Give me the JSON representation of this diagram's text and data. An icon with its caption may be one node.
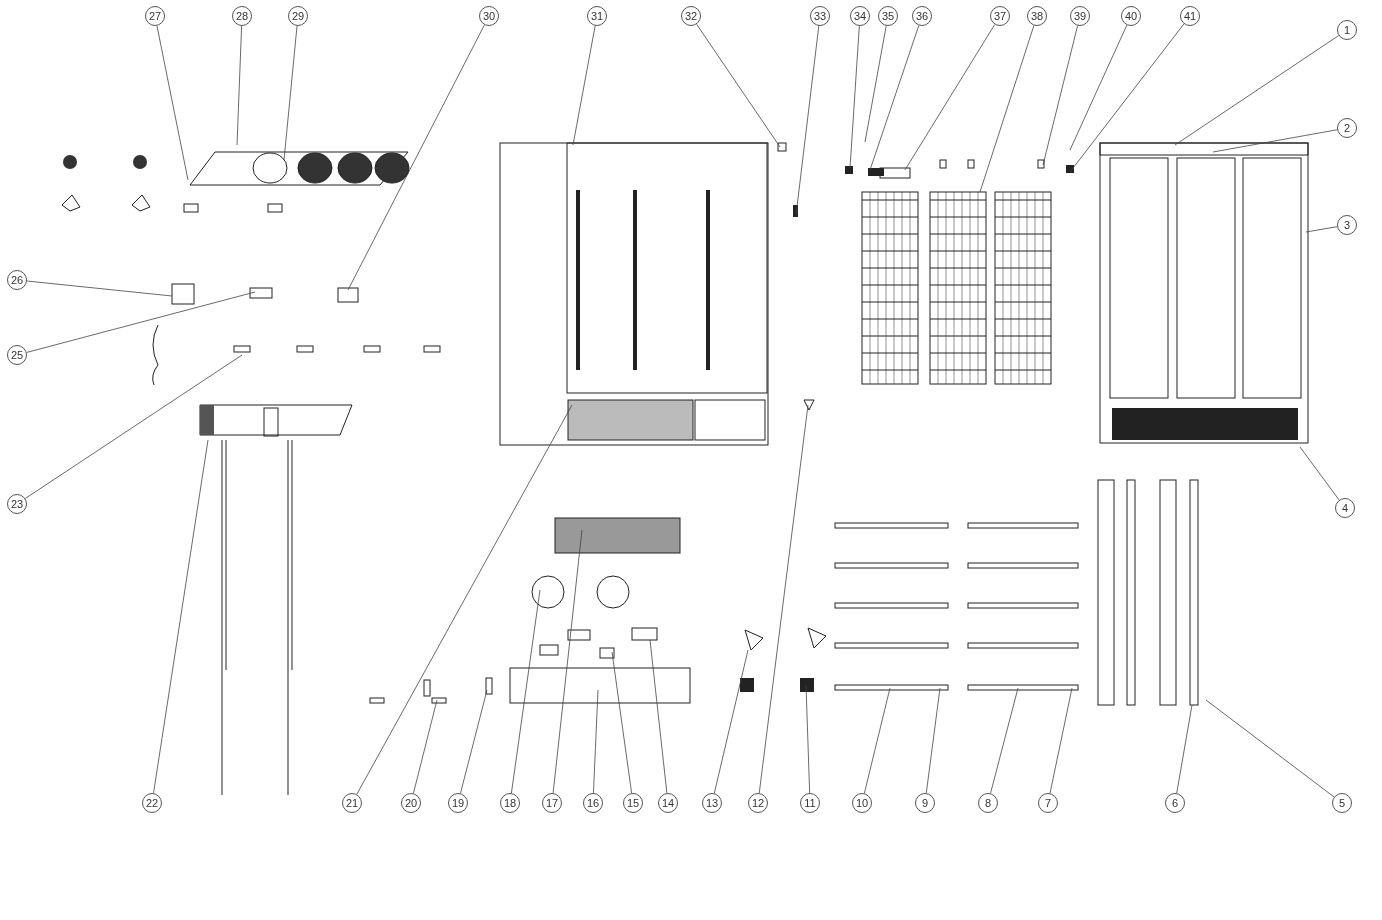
{
  "diagram": {
    "nodes": [
      {
        "text": [
          "1"
        ]
      },
      {
        "text": [
          "2"
        ]
      },
      {
        "text": [
          "3"
        ]
      },
      {
        "text": [
          "4"
        ]
      },
      {
        "text": [
          "5"
        ]
      },
      {
        "text": [
          "6"
        ]
      },
      {
        "text": [
          "7"
        ]
      },
      {
        "text": [
          "8"
        ]
      },
      {
        "text": [
          "9"
        ]
      },
      {
        "text": [
          "10"
        ]
      },
      {
        "text": [
          "11"
        ]
      },
      {
        "text": [
          "12"
        ]
      },
      {
        "text": [
          "13"
        ]
      },
      {
        "text": [
          "14"
        ]
      },
      {
        "text": [
          "15"
        ]
      },
      {
        "text": [
          "16"
        ]
      },
      {
        "text": [
          "17"
        ]
      },
      {
        "text": [
          "18"
        ]
      },
      {
        "text": [
          "19"
        ]
      },
      {
        "text": [
          "20"
        ]
      },
      {
        "text": [
          "21"
        ]
      },
      {
        "text": [
          "22"
        ]
      },
      {
        "text": [
          "23"
        ]
      },
      {
        "text": [
          "25"
        ]
      },
      {
        "text": [
          "26"
        ]
      },
      {
        "text": [
          "27"
        ]
      },
      {
        "text": [
          "28"
        ]
      },
      {
        "text": [
          "29"
        ]
      },
      {
        "text": [
          "30"
        ]
      },
      {
        "text": [
          "31"
        ]
      },
      {
        "text": [
          "32"
        ]
      },
      {
        "text": [
          "33"
        ]
      },
      {
        "text": [
          "34"
        ]
      },
      {
        "text": [
          "35"
        ]
      },
      {
        "text": [
          "36"
        ]
      },
      {
        "text": [
          "37"
        ]
      },
      {
        "text": [
          "38"
        ]
      },
      {
        "text": [
          "39"
        ]
      },
      {
        "text": [
          "40"
        ]
      },
      {
        "text": [
          "41"
        ]
      }
    ],
    "edges": [
      {
        "from": 0,
        "to": null,
        "arrow": "none"
      },
      {
        "from": 1,
        "to": null,
        "arrow": "none"
      },
      {
        "from": 2,
        "to": null,
        "arrow": "none"
      },
      {
        "from": 3,
        "to": null,
        "arrow": "none"
      },
      {
        "from": 4,
        "to": null,
        "arrow": "none"
      },
      {
        "from": 5,
        "to": null,
        "arrow": "none"
      },
      {
        "from": 6,
        "to": null,
        "arrow": "none"
      },
      {
        "from": 7,
        "to": null,
        "arrow": "none"
      },
      {
        "from": 8,
        "to": null,
        "arrow": "none"
      },
      {
        "from": 9,
        "to": null,
        "arrow": "none"
      },
      {
        "from": 10,
        "to": null,
        "arrow": "none"
      },
      {
        "from": 11,
        "to": null,
        "arrow": "none"
      },
      {
        "from": 12,
        "to": null,
        "arrow": "none"
      },
      {
        "from": 13,
        "to": null,
        "arrow": "none"
      },
      {
        "from": 14,
        "to": null,
        "arrow": "none"
      },
      {
        "from": 15,
        "to": null,
        "arrow": "none"
      },
      {
        "from": 16,
        "to": null,
        "arrow": "none"
      },
      {
        "from": 17,
        "to": null,
        "arrow": "none"
      },
      {
        "from": 18,
        "to": null,
        "arrow": "none"
      },
      {
        "from": 19,
        "to": null,
        "arrow": "none"
      },
      {
        "from": 20,
        "to": null,
        "arrow": "none"
      },
      {
        "from": 21,
        "to": null,
        "arrow": "none"
      },
      {
        "from": 22,
        "to": null,
        "arrow": "none"
      },
      {
        "from": 23,
        "to": null,
        "arrow": "none"
      },
      {
        "from": 24,
        "to": null,
        "arrow": "none"
      },
      {
        "from": 25,
        "to": null,
        "arrow": "none"
      },
      {
        "from": 26,
        "to": null,
        "arrow": "none"
      },
      {
        "from": 27,
        "to": null,
        "arrow": "none"
      },
      {
        "from": 28,
        "to": null,
        "arrow": "none"
      },
      {
        "from": 29,
        "to": null,
        "arrow": "none"
      },
      {
        "from": 30,
        "to": null,
        "arrow": "none"
      },
      {
        "from": 31,
        "to": null,
        "arrow": "none"
      },
      {
        "from": 32,
        "to": null,
        "arrow": "none"
      },
      {
        "from": 33,
        "to": null,
        "arrow": "none"
      },
      {
        "from": 34,
        "to": null,
        "arrow": "none"
      },
      {
        "from": 35,
        "to": null,
        "arrow": "none"
      },
      {
        "from": 36,
        "to": null,
        "arrow": "none"
      },
      {
        "from": 37,
        "to": null,
        "arrow": "none"
      },
      {
        "from": 38,
        "to": null,
        "arrow": "none"
      },
      {
        "from": 39,
        "to": null,
        "arrow": "none"
      }
    ]
  }
}
